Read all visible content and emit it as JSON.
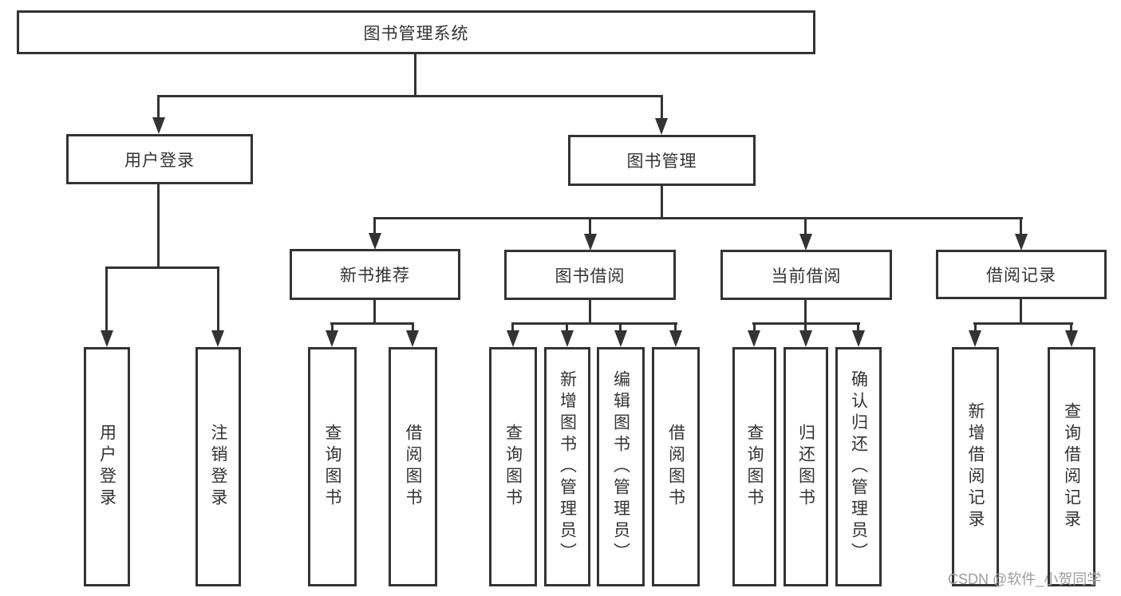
{
  "colors": {
    "line": "#333333",
    "text": "#333333",
    "background": "#ffffff",
    "watermark_text": "#9d9d9d"
  },
  "watermark": "CSDN @软件_小贺同学",
  "tree": {
    "label": "图书管理系统",
    "children": [
      {
        "label": "用户登录",
        "children": [
          {
            "label": "用户登录"
          },
          {
            "label": "注销登录"
          }
        ]
      },
      {
        "label": "图书管理",
        "children": [
          {
            "label": "新书推荐",
            "children": [
              {
                "label": "查询图书"
              },
              {
                "label": "借阅图书"
              }
            ]
          },
          {
            "label": "图书借阅",
            "children": [
              {
                "label": "查询图书"
              },
              {
                "label": "新增图书（管理员）"
              },
              {
                "label": "编辑图书（管理员）"
              },
              {
                "label": "借阅图书"
              }
            ]
          },
          {
            "label": "当前借阅",
            "children": [
              {
                "label": "查询图书"
              },
              {
                "label": "归还图书"
              },
              {
                "label": "确认归还（管理员）"
              }
            ]
          },
          {
            "label": "借阅记录",
            "children": [
              {
                "label": "新增借阅记录"
              },
              {
                "label": "查询借阅记录"
              }
            ]
          }
        ]
      }
    ]
  }
}
